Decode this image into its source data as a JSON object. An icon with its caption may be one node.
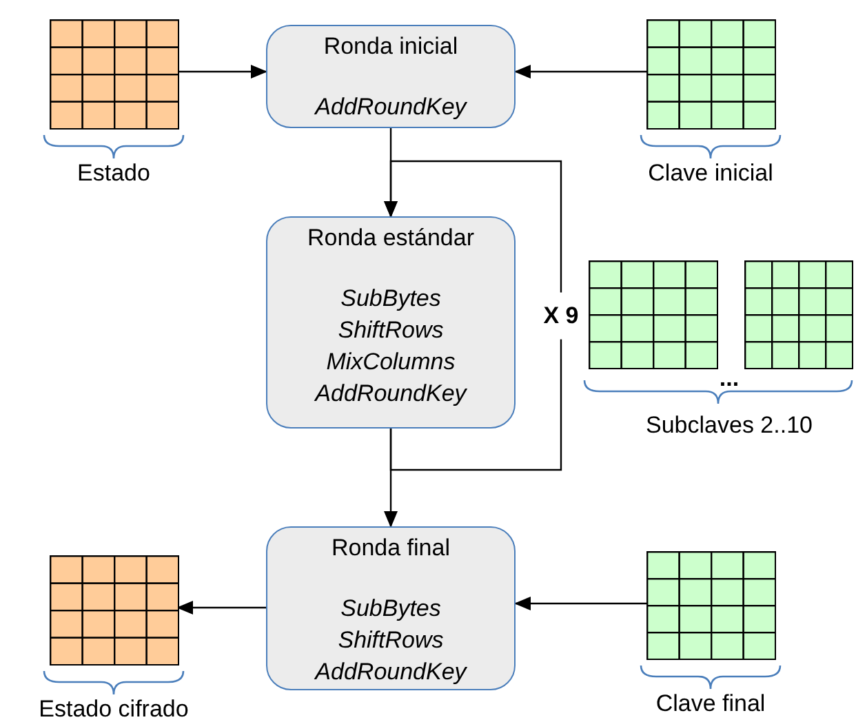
{
  "diagram": {
    "nodes": [
      {
        "text": [],
        "shape": "grid",
        "beside": [
          "Estado"
        ]
      },
      {
        "text": [
          "Ronda inicial",
          "AddRoundKey"
        ]
      },
      {
        "text": [],
        "shape": "grid",
        "beside": [
          "Clave inicial"
        ]
      },
      {
        "text": [
          "Ronda estándar",
          "SubBytes",
          "ShiftRows",
          "MixColumns",
          "AddRoundKey"
        ]
      },
      {
        "text": [],
        "shape": "grid"
      },
      {
        "text": [],
        "shape": "grid"
      },
      {
        "text": [
          "Ronda final",
          "SubBytes",
          "ShiftRows",
          "AddRoundKey"
        ]
      },
      {
        "text": [],
        "shape": "grid",
        "beside": [
          "Estado cifrado"
        ]
      },
      {
        "text": [],
        "shape": "grid",
        "beside": [
          "Clave final"
        ]
      }
    ],
    "edges": [
      {
        "from": 0,
        "to": 1,
        "arrow": "to"
      },
      {
        "from": 2,
        "to": 1,
        "arrow": "to"
      },
      {
        "from": 1,
        "to": 3,
        "arrow": "to"
      },
      {
        "from": 3,
        "to": 3,
        "arrow": "to",
        "label": "X 9"
      },
      {
        "from": 3,
        "to": 6,
        "arrow": "to"
      },
      {
        "from": 6,
        "to": 7,
        "arrow": "to"
      },
      {
        "from": 8,
        "to": 6,
        "arrow": "to"
      }
    ],
    "labels": [
      "...",
      "Subclaves 2..10"
    ]
  }
}
